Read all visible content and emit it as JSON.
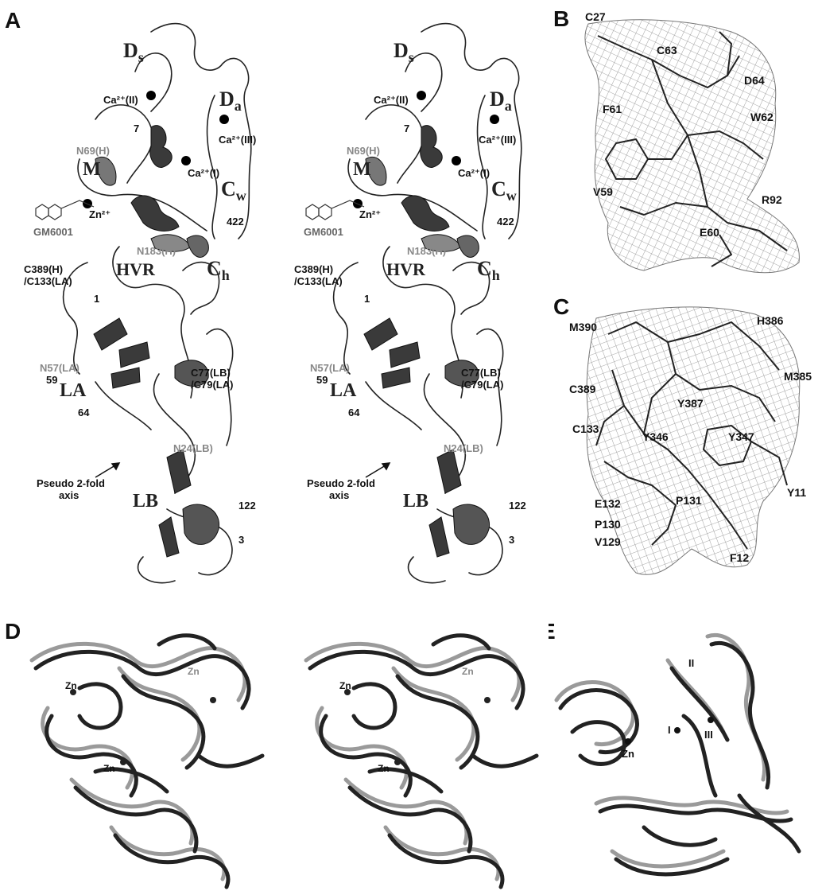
{
  "figure": {
    "panels": {
      "a": {
        "letter": "A",
        "domains": [
          "Ds",
          "Da",
          "M",
          "Cw",
          "Ch",
          "LA",
          "LB",
          "HVR"
        ],
        "ions": [
          "Ca²⁺(II)",
          "Ca²⁺(III)",
          "Ca²⁺(I)",
          "Zn²⁺"
        ],
        "residues": [
          "7",
          "N69(H)",
          "422",
          "N183(H)",
          "C389(H)",
          "/C133(LA)",
          "1",
          "N57(LA)",
          "59",
          "64",
          "C77(LB)",
          "/C79(LA)",
          "N24(LB)",
          "122",
          "3"
        ],
        "ligand": "GM6001",
        "axis_label_1": "Pseudo 2-fold",
        "axis_label_2": "axis"
      },
      "b": {
        "letter": "B",
        "residues": [
          "C27",
          "C63",
          "D64",
          "F61",
          "W62",
          "V59",
          "E60",
          "R92"
        ]
      },
      "c": {
        "letter": "C",
        "residues": [
          "M390",
          "H386",
          "C389",
          "M385",
          "Y387",
          "C133",
          "Y346",
          "Y347",
          "Y11",
          "E132",
          "P131",
          "P130",
          "V129",
          "F12"
        ]
      },
      "d": {
        "letter": "D",
        "labels": [
          "Zn",
          "Zn",
          "Zn"
        ]
      },
      "e": {
        "letter": "E",
        "labels": [
          "II",
          "I",
          "Zn",
          "III"
        ]
      }
    }
  }
}
